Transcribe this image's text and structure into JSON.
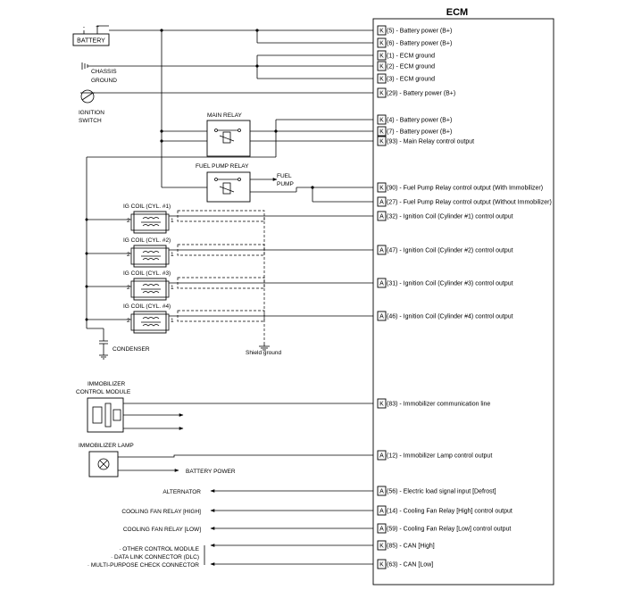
{
  "ecm": {
    "title": "ECM",
    "pins": [
      {
        "conn": "K",
        "num": "(5)",
        "label": " - Battery power (B+)"
      },
      {
        "conn": "K",
        "num": "(6)",
        "label": " - Battery power (B+)"
      },
      {
        "conn": "K",
        "num": "(1)",
        "label": " - ECM ground"
      },
      {
        "conn": "K",
        "num": "(2)",
        "label": " - ECM ground"
      },
      {
        "conn": "K",
        "num": "(3)",
        "label": " - ECM ground"
      },
      {
        "conn": "K",
        "num": "(29)",
        "label": " - Battery power (B+)"
      },
      {
        "conn": "K",
        "num": "(4)",
        "label": " - Battery power (B+)"
      },
      {
        "conn": "K",
        "num": "(7)",
        "label": " - Battery power (B+)"
      },
      {
        "conn": "K",
        "num": "(93)",
        "label": " - Main Relay control output"
      },
      {
        "conn": "K",
        "num": "(90)",
        "label": " - Fuel Pump Relay control output (With Immobilizer)"
      },
      {
        "conn": "A",
        "num": "(27)",
        "label": " - Fuel Pump Relay control output (Without Immobilizer)"
      },
      {
        "conn": "A",
        "num": "(32)",
        "label": " - Ignition Coil (Cylinder #1) control output"
      },
      {
        "conn": "A",
        "num": "(47)",
        "label": " - Ignition Coil (Cylinder #2) control output"
      },
      {
        "conn": "A",
        "num": "(31)",
        "label": " - Ignition Coil (Cylinder #3) control output"
      },
      {
        "conn": "A",
        "num": "(46)",
        "label": " - Ignition Coil (Cylinder #4) control output"
      },
      {
        "conn": "K",
        "num": "(83)",
        "label": " - Immobilizer communication line"
      },
      {
        "conn": "A",
        "num": "(12)",
        "label": " - Immobilizer Lamp control output"
      },
      {
        "conn": "A",
        "num": "(56)",
        "label": " - Electric load signal input [Defrost]"
      },
      {
        "conn": "A",
        "num": "(14)",
        "label": " - Cooling Fan Relay [High] control output"
      },
      {
        "conn": "A",
        "num": "(59)",
        "label": " - Cooling Fan Relay [Low] control output"
      },
      {
        "conn": "K",
        "num": "(85)",
        "label": " - CAN [High]"
      },
      {
        "conn": "K",
        "num": "(63)",
        "label": " - CAN [Low]"
      }
    ]
  },
  "components": {
    "battery": "BATTERY",
    "battery_minus": "-",
    "battery_plus": "+",
    "chassis_ground_line1": "CHASSIS",
    "chassis_ground_line2": "GROUND",
    "ignition_switch_line1": "IGNITION",
    "ignition_switch_line2": "SWITCH",
    "main_relay": "MAIN RELAY",
    "fuel_pump_relay": "FUEL PUMP RELAY",
    "fuel_pump_line1": "FUEL",
    "fuel_pump_line2": "PUMP",
    "ig_coils": [
      "IG COIL (CYL. #1)",
      "IG COIL (CYL. #2)",
      "IG COIL (CYL. #3)",
      "IG COIL (CYL. #4)"
    ],
    "coil_pin_2": "2",
    "coil_pin_1": "1",
    "condenser": "CONDENSER",
    "shield_ground": "Shield ground",
    "immobilizer_module_line1": "IMMOBILIZER",
    "immobilizer_module_line2": "CONTROL MODULE",
    "immobilizer_lamp": "IMMOBILIZER LAMP",
    "battery_power": "BATTERY POWER",
    "alternator": "ALTERNATOR",
    "cooling_fan_high": "COOLING FAN RELAY [HIGH]",
    "cooling_fan_low": "COOLING FAN RELAY [LOW]",
    "can_targets": [
      "· OTHER CONTROL MODULE",
      "· DATA LINK CONNECTOR (DLC)",
      "· MULTI-PURPOSE CHECK CONNECTOR"
    ]
  }
}
